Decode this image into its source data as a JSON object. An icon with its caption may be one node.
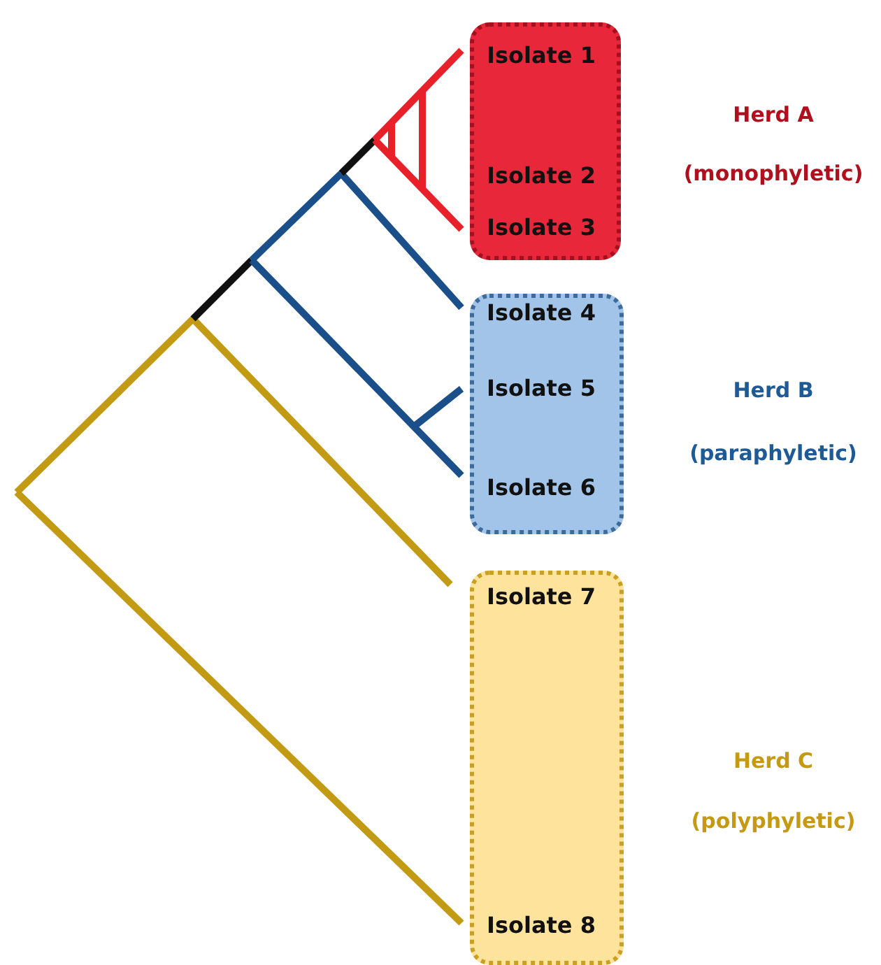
{
  "diagram": {
    "nodes": [
      {
        "text": [],
        "shape": "box",
        "beside": [
          "Herd A",
          "(monophyletic)"
        ]
      },
      {
        "text": [
          "Isolate 1"
        ],
        "in": 0
      },
      {
        "text": [
          "Isolate 2"
        ],
        "in": 0
      },
      {
        "text": [
          "Isolate 3"
        ],
        "in": 0
      },
      {
        "text": [],
        "shape": "box",
        "beside": [
          "Herd B",
          "(paraphyletic)"
        ]
      },
      {
        "text": [
          "Isolate 4"
        ],
        "in": 4
      },
      {
        "text": [
          "Isolate 5"
        ],
        "in": 4
      },
      {
        "text": [
          "Isolate 6"
        ],
        "in": 4
      },
      {
        "text": [],
        "shape": "box",
        "beside": [
          "Herd C",
          "(polyphyletic)"
        ]
      },
      {
        "text": [
          "Isolate 7"
        ],
        "in": 8
      },
      {
        "text": [
          "Isolate 8"
        ],
        "in": 8
      }
    ],
    "edges": []
  }
}
